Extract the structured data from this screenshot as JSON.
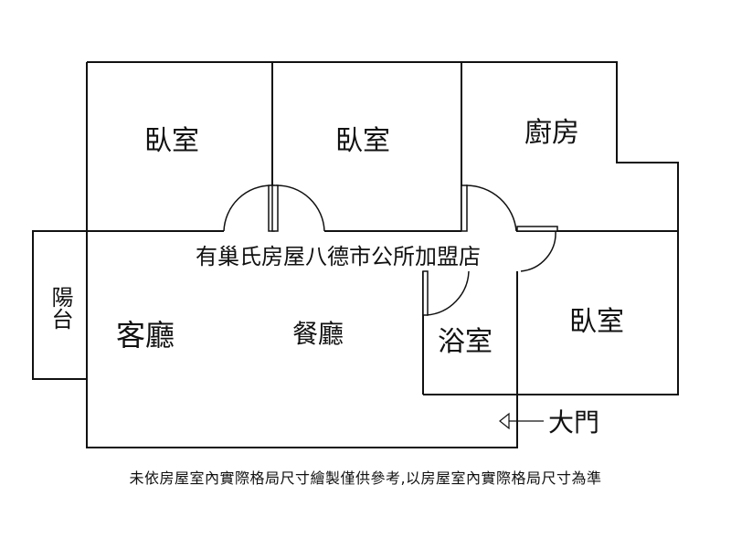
{
  "rooms": {
    "bedroom_1": "臥室",
    "bedroom_2": "臥室",
    "kitchen": "廚房",
    "bedroom_3": "臥室",
    "living_room": "客廳",
    "dining_room": "餐廳",
    "bathroom": "浴室",
    "balcony": "陽台"
  },
  "watermark": "有巢氏房屋八德市公所加盟店",
  "entrance_label": "大門",
  "disclaimer": "未依房屋室內實際格局尺寸繪製僅供參考,以房屋室內實際格局尺寸為準",
  "colors": {
    "line": "#111111",
    "background": "#ffffff"
  }
}
